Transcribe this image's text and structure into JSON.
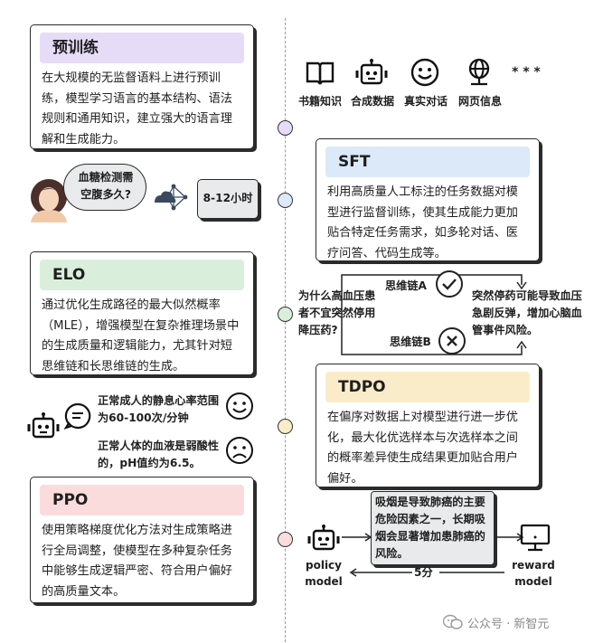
{
  "pretrain": {
    "title": "预训练",
    "body": "在大规模的无监督语料上进行预训练，模型学习语言的基本结构、语法规则和通用知识，建立强大的语言理解和生成能力。",
    "color": "#e6dcf7"
  },
  "data_sources": {
    "items": [
      "书籍知识",
      "合成数据",
      "真实对话",
      "网页信息"
    ],
    "more": "* * *"
  },
  "example_question": {
    "text": "血糖检测需空腹多久?",
    "answer": "8-12小时"
  },
  "sft": {
    "title": "SFT",
    "body": "利用高质量人工标注的任务数据对模型进行监督训练，使其生成能力更加贴合特定任务需求，如多轮对话、医疗问答、代码生成等。",
    "color": "#dbe9f8"
  },
  "elo": {
    "title": "ELO",
    "body": "通过优化生成路径的最大似然概率（MLE），增强模型在复杂推理场景中的生成质量和逻辑能力，尤其针对短思维链和长思维链的生成。",
    "color": "#d9efdc"
  },
  "cot_example": {
    "question": "为什么高血压患者不宜突然停用降压药?",
    "chain_a": "思维链A",
    "chain_b": "思维链B",
    "answer": "突然停药可能导致血压急剧反弹，增加心脑血管事件风险。"
  },
  "tdpo": {
    "title": "TDPO",
    "body": "在偏序对数据上对模型进行进一步优化，最大化优选样本与次选样本之间的概率差异使生成结果更加贴合用户偏好。",
    "color": "#fbecc9"
  },
  "pref_example": {
    "good": "正常成人的静息心率范围为60-100次/分钟",
    "bad": "正常人体的血液是弱酸性的，pH值约为6.5。"
  },
  "ppo": {
    "title": "PPO",
    "body": "使用策略梯度优化方法对生成策略进行全局调整，使模型在多种复杂任务中能够生成逻辑严密、符合用户偏好的高质量文本。",
    "color": "#fbdcdc"
  },
  "ppo_example": {
    "text": "吸烟是导致肺癌的主要危险因素之一，长期吸烟会显著增加患肺癌的风险。",
    "policy": "policy model",
    "reward": "reward model",
    "score": "5分"
  },
  "watermark": "公众号 · 新智元",
  "colors": {
    "dot_purple": "#e6dcf7",
    "dot_blue": "#dbe9f8",
    "dot_green": "#d9efdc",
    "dot_yellow": "#fbecc9",
    "dot_pink": "#fbdcdc",
    "example_bg": "#e9eaec"
  }
}
